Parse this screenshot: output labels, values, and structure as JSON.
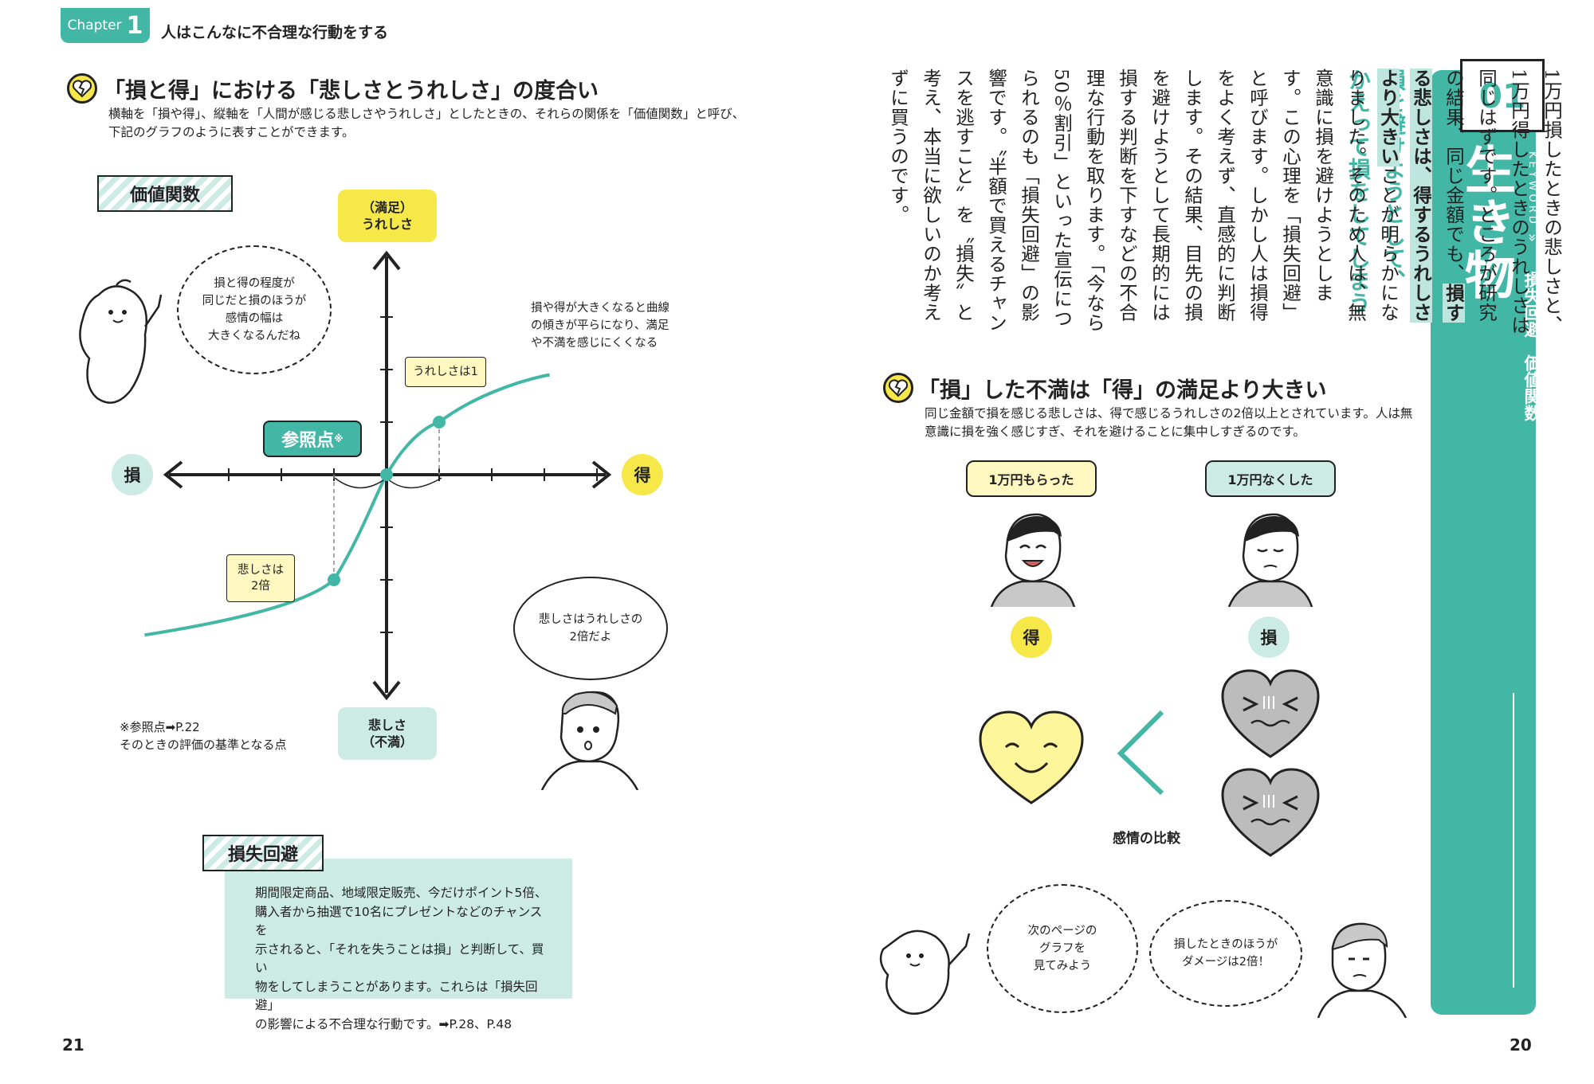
{
  "left_page": {
    "chapter": {
      "label": "Chapter",
      "number": "1",
      "title": "人はこんなに不合理な行動をする"
    },
    "section1": {
      "heading": "「損と得」における「悲しさとうれしさ」の度合い",
      "desc_line1": "横軸を「損や得」、縦軸を「人間が感じる悲しさやうれしさ」としたときの、それらの関係を「価値関数」と呼び、",
      "desc_line2": "下記のグラフのように表すことができます。"
    },
    "graph": {
      "ribbon_label": "価値関数",
      "top_axis_line1": "（満足）",
      "top_axis_line2": "うれしさ",
      "bottom_axis_line1": "悲しさ",
      "bottom_axis_line2": "（不満）",
      "left_axis": "損",
      "right_axis": "得",
      "reference_point": "参照点",
      "reference_mark": "※",
      "joy_callout": "うれしさは1",
      "sad_callout_line1": "悲しさは",
      "sad_callout_line2": "2倍",
      "curve_note_line1": "損や得が大きくなると曲線",
      "curve_note_line2": "の傾きが平らになり、満足",
      "curve_note_line3": "や不満を感じにくくなる",
      "bubble_mascot_line1": "損と得の程度が",
      "bubble_mascot_line2": "同じだと損のほうが",
      "bubble_mascot_line3": "感情の幅は",
      "bubble_mascot_line4": "大きくなるんだね",
      "bubble_boy_line1": "悲しさはうれしさの",
      "bubble_boy_line2": "2倍だよ",
      "footnote_line1": "※参照点➡P.22",
      "footnote_line2": "そのときの評価の基準となる点"
    },
    "infobox": {
      "label": "損失回避",
      "line1": "期間限定商品、地域限定販売、今だけポイント5倍、",
      "line2": "購入者から抽選で10名にプレゼントなどのチャンスを",
      "line3": "示されると、「それを失うことは損」と判断して、買い",
      "line4": "物をしてしまうことがあります。これらは「損失回避」",
      "line5": "の影響による不合理な行動です。➡P.28、P.48"
    },
    "page_number": "21"
  },
  "right_page": {
    "section_number": "01",
    "title": "人は「得」より「損」を大きく感じる生き物",
    "keyword_label": "KEYWORD",
    "keyword_arrow": "»",
    "keywords": "損失回避　価値関数",
    "subhead_col1": "損を避けようとして、",
    "subhead_col2": "かえって損をしてしまう",
    "body_pre": "1万円損したときの悲しさと、1万円得したときのうれしさは同じはずです。ところが研究の結果、同じ金額でも、",
    "body_highlight": "損する悲しさは、得するうれしさより大きい",
    "body_post": "ことが明らかになりました。そのため人は、無意識に損を避けようとします。この心理を「損失回避」と呼びます。しかし人は損得をよく考えず、直感的に判断します。その結果、目先の損を避けようとして長期的には損する判断を下すなどの不合理な行動を取ります。「今なら50％割引」といった宣伝につられるのも「損失回避」の影響です。〝半額で買えるチャンスを逃すこと〟を〝損失〟と考え、本当に欲しいのか考えずに買うのです。",
    "section2": {
      "heading": "「損」した不満は「得」の満足より大きい",
      "desc_line1": "同じ金額で損を感じる悲しさは、得で感じるうれしさの2倍以上とされています。人は無",
      "desc_line2": "意識に損を強く感じすぎ、それを避けることに集中しすぎるのです。",
      "gain_bubble": "1万円もらった",
      "loss_bubble": "1万円なくした",
      "gain_label": "得",
      "loss_label": "損",
      "comparison_caption": "感情の比較",
      "bubble_mascot_line1": "次のページの",
      "bubble_mascot_line2": "グラフを",
      "bubble_mascot_line3": "見てみよう",
      "bubble_boy_line1": "損したときのほうが",
      "bubble_boy_line2": "ダメージは2倍！"
    },
    "page_number": "20"
  },
  "colors": {
    "teal": "#43b7a6",
    "light_teal": "#cdebe5",
    "yellow": "#f7e84a",
    "pale_yellow": "#fff8c0"
  },
  "chart_data": {
    "type": "line",
    "title": "",
    "xlabel": "",
    "ylabel": "",
    "x_negative_label": "損",
    "x_positive_label": "得",
    "y_positive_label": "（満足）うれしさ",
    "y_negative_label": "悲しさ（不満）",
    "series": [
      {
        "points": [
          [
            -1,
            -2
          ],
          [
            0,
            0
          ],
          [
            1,
            1
          ]
        ]
      }
    ]
  }
}
